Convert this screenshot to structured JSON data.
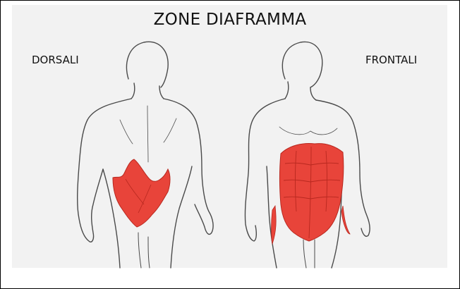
{
  "title": "ZONE DIAFRAMMA",
  "labels": {
    "left": "DORSALI",
    "right": "FRONTALI"
  },
  "colors": {
    "muscle": "#e8443a",
    "muscle_line": "#b8281f",
    "outline": "#4a4a4a",
    "background": "#f2f2f2"
  }
}
